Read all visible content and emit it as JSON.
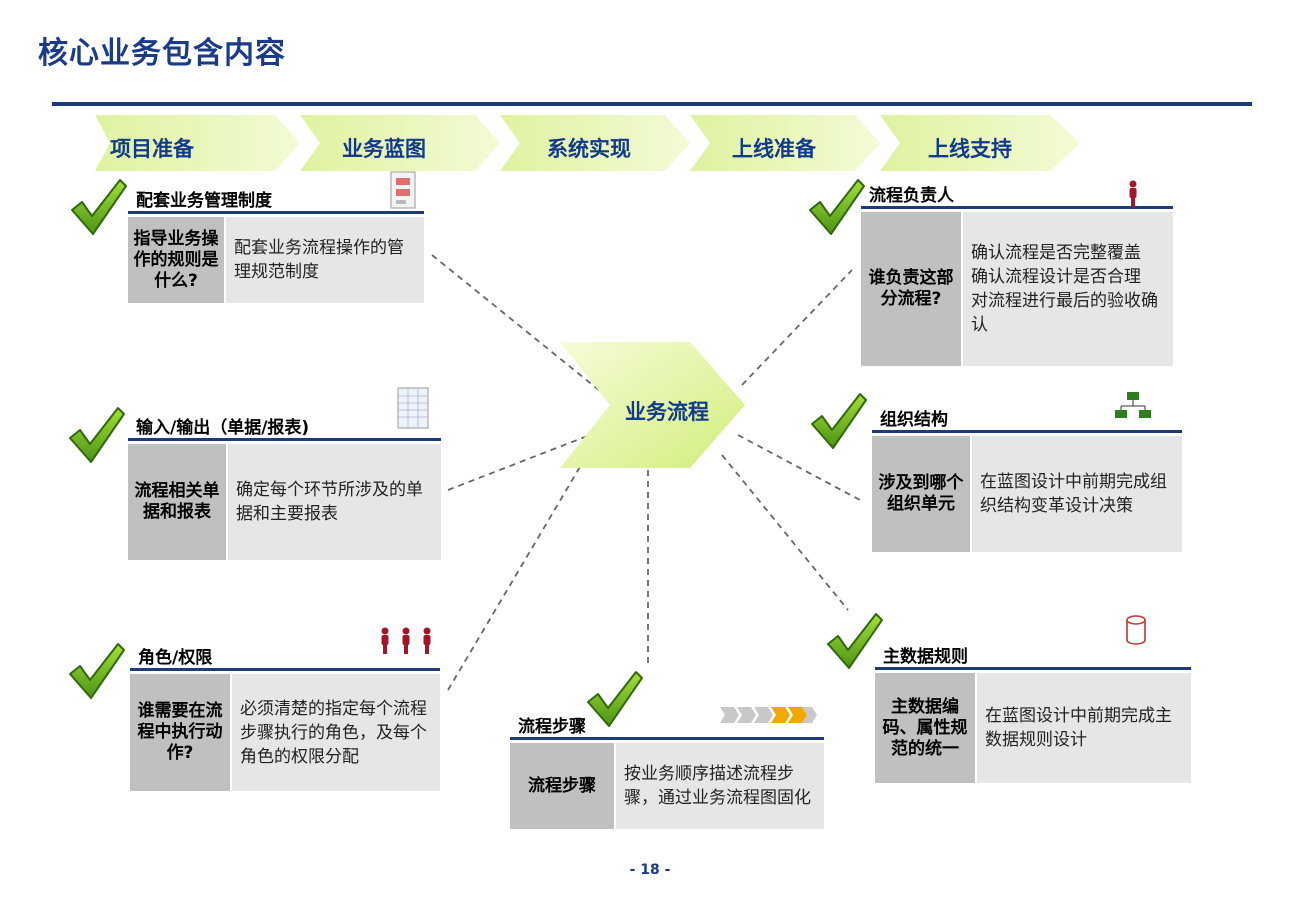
{
  "title": "核心业务包含内容",
  "phases": [
    "项目准备",
    "业务蓝图",
    "系统实现",
    "上线准备",
    "上线支持"
  ],
  "center_label": "业务流程",
  "cards": {
    "rules": {
      "title": "配套业务管理制度",
      "question": "指导业务操作的规则是什么?",
      "answer": "配套业务流程操作的管理规范制度"
    },
    "io": {
      "title": "输入/输出（单据/报表)",
      "question": "流程相关单据和报表",
      "answer": "确定每个环节所涉及的单据和主要报表"
    },
    "roles": {
      "title": "角色/权限",
      "question": "谁需要在流程中执行动作?",
      "answer": "必须清楚的指定每个流程步骤执行的角色，及每个角色的权限分配"
    },
    "steps": {
      "title": "流程步骤",
      "question": "流程步骤",
      "answer": "按业务顺序描述流程步骤，通过业务流程图固化"
    },
    "owner": {
      "title": "流程负责人",
      "question": "谁负责这部分流程?",
      "answer": "确认流程是否完整覆盖\n确认流程设计是否合理\n对流程进行最后的验收确认"
    },
    "org": {
      "title": "组织结构",
      "question": "涉及到哪个组织单元",
      "answer": "在蓝图设计中前期完成组织结构变革设计决策"
    },
    "master": {
      "title": "主数据规则",
      "question": "主数据编码、属性规范的统一",
      "answer": "在蓝图设计中前期完成主数据规则设计"
    }
  },
  "page_number": "- 18 -",
  "colors": {
    "accent": "#1f3b73",
    "title": "#1a3a8a",
    "chevron": "#e4f5a8",
    "check": "#6db51f"
  }
}
